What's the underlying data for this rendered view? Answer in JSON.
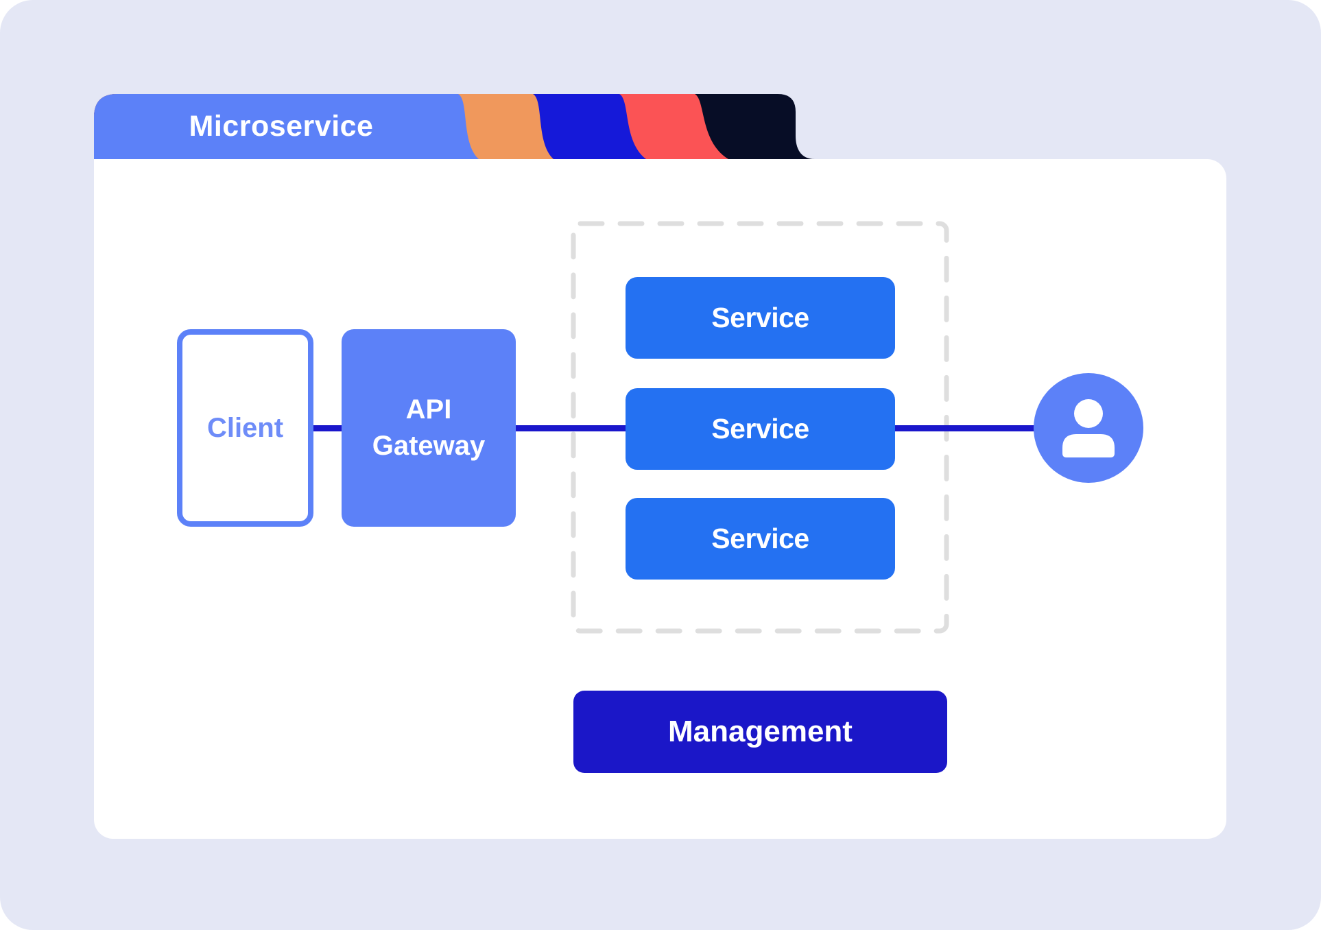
{
  "header": {
    "active_tab_label": "Microservice",
    "tab_colors": {
      "active": "#5c81f8",
      "orange": "#f0985c",
      "blue": "#1519d9",
      "red": "#fb5355",
      "navy": "#070d26"
    }
  },
  "diagram": {
    "client_label": "Client",
    "api_gateway_label": "API Gateway",
    "services": [
      {
        "label": "Service"
      },
      {
        "label": "Service"
      },
      {
        "label": "Service"
      }
    ],
    "management_label": "Management",
    "user_icon": "user-icon"
  },
  "colors": {
    "page_background": "#e4e7f5",
    "card_background": "#ffffff",
    "service_blue": "#2471f2",
    "management_blue": "#1b17c8",
    "connector_blue": "#1a16cb",
    "node_periwinkle": "#5c81f8",
    "client_text": "#6e8cf8",
    "dashed_border_gray": "#dedede",
    "icon_foreground": "#ffffff"
  }
}
